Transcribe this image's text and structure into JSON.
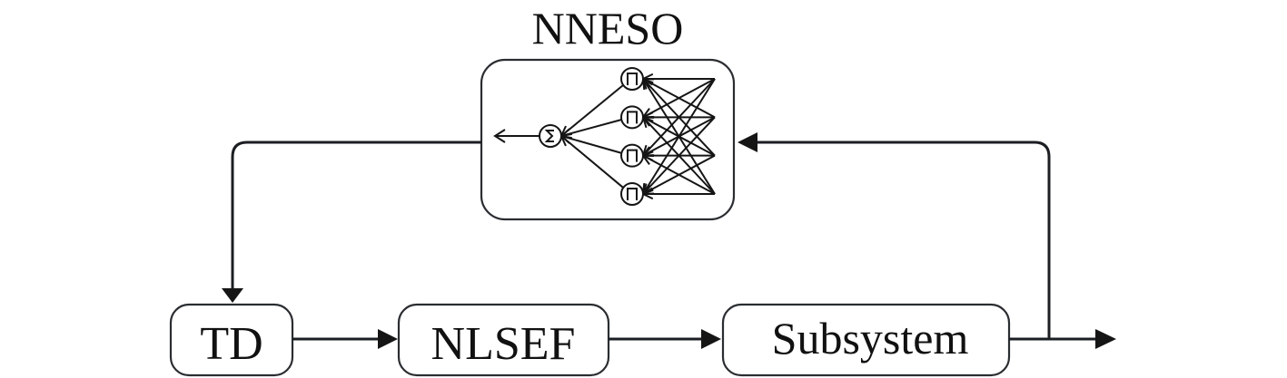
{
  "diagram": {
    "title": "NNESO control structure",
    "blocks": {
      "nneso": {
        "label": "NNESO"
      },
      "td": {
        "label": "TD"
      },
      "nlsef": {
        "label": "NLSEF"
      },
      "subsystem": {
        "label": "Subsystem"
      }
    },
    "neural_network": {
      "hidden_neurons": 4,
      "inputs": 4,
      "output_node_icon": "sigma-icon",
      "hidden_node_icon": "step-function-icon"
    },
    "connections": [
      {
        "from": "TD",
        "to": "NLSEF"
      },
      {
        "from": "NLSEF",
        "to": "Subsystem"
      },
      {
        "from": "Subsystem",
        "to": "output"
      },
      {
        "from": "Subsystem",
        "to": "NNESO"
      },
      {
        "from": "NNESO",
        "to": "TD"
      }
    ]
  }
}
